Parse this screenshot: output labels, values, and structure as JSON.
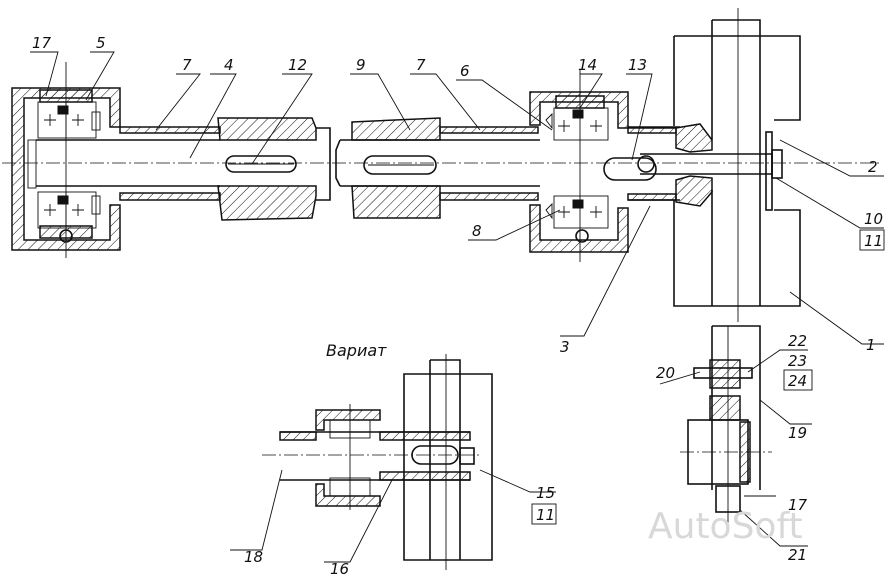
{
  "variant_label": "Вариат",
  "watermark": "AutoSoft",
  "callouts": {
    "c1": "1",
    "c2": "2",
    "c3": "3",
    "c4": "4",
    "c5": "5",
    "c6": "6",
    "c7a": "7",
    "c7b": "7",
    "c8": "8",
    "c9": "9",
    "c10": "10",
    "c11a": "11",
    "c11b": "11",
    "c12": "12",
    "c13": "13",
    "c14": "14",
    "c15": "15",
    "c16": "16",
    "c17a": "17",
    "c17b": "17",
    "c18": "18",
    "c19": "19",
    "c20": "20",
    "c21": "21",
    "c22": "22",
    "c23": "23",
    "c24": "24"
  }
}
